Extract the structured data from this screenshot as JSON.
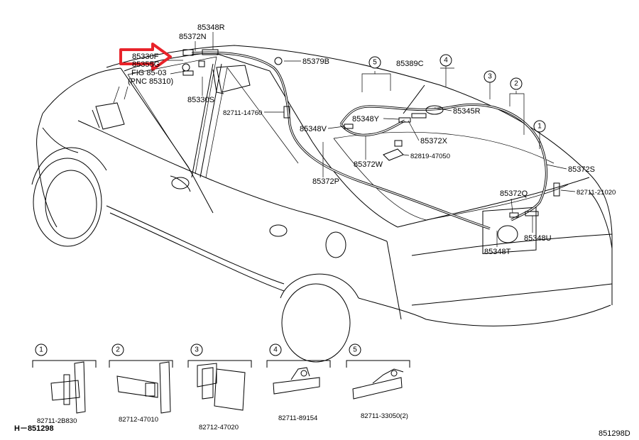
{
  "highlight_color": "#e8232a",
  "callouts": {
    "p85348R": "85348R",
    "p85372N": "85372N",
    "p85330F": "85330F",
    "p85355G": "85355G",
    "fig_ref": "FIG 85-03",
    "fig_ref_pnc": "(PNC 85310)",
    "p85330S": "85330S",
    "p85379B": "85379B",
    "p82711_14760": "82711-14760",
    "p85389C": "85389C",
    "p85345R": "85345R",
    "p85348Y": "85348Y",
    "p85348V": "85348V",
    "p85372X": "85372X",
    "p82819_47050": "82819-47050",
    "p85372W": "85372W",
    "p85372P": "85372P",
    "p85372S": "85372S",
    "p82711_21020": "82711-21020",
    "p85372Q": "85372Q",
    "p85348U": "85348U",
    "p85348T": "85348T"
  },
  "markers": [
    "1",
    "2",
    "3",
    "4",
    "5"
  ],
  "clips": [
    {
      "num": "1",
      "part": "82711-2B830"
    },
    {
      "num": "2",
      "part": "82712-47010"
    },
    {
      "num": "3",
      "part": "82712-47020"
    },
    {
      "num": "4",
      "part": "82711-89154"
    },
    {
      "num": "5",
      "part": "82711-33050(2)"
    }
  ],
  "footer": {
    "left_code": "H－851298",
    "right_code": "851298D"
  }
}
